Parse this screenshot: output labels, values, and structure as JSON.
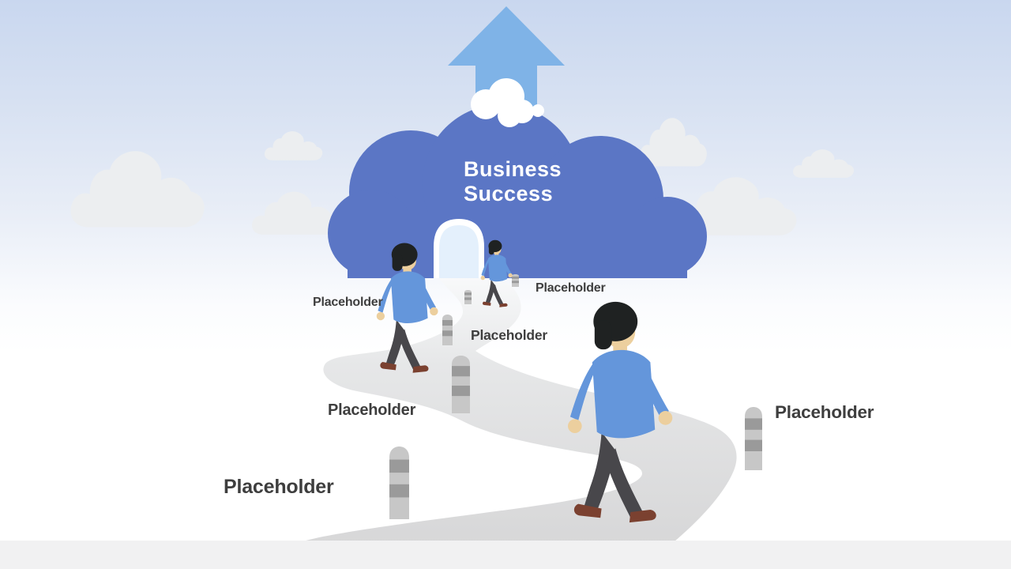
{
  "slide": {
    "title": {
      "line1": "Business",
      "line2": "Success"
    },
    "labels": [
      "Placeholder",
      "Placeholder",
      "Placeholder",
      "Placeholder",
      "Placeholder",
      "Placeholder"
    ],
    "colors": {
      "sky_top": "#C9D7EF",
      "cloud_blue": "#5B76C5",
      "arrow_blue": "#7FB3E7",
      "background_cloud": "#ECEEF0",
      "road_gray": "#D7D7D8",
      "footer_gray": "#F1F1F2",
      "label_text": "#3E3E3E",
      "title_text": "#FFFFFF",
      "shirt_blue": "#6496DB",
      "pants_gray": "#48474B",
      "skin": "#ECCF9E",
      "shoe_brown": "#7B4130",
      "post_light": "#C7C7C7",
      "post_dark": "#9A9A9A",
      "door_fill": "#E4F0FC"
    }
  }
}
